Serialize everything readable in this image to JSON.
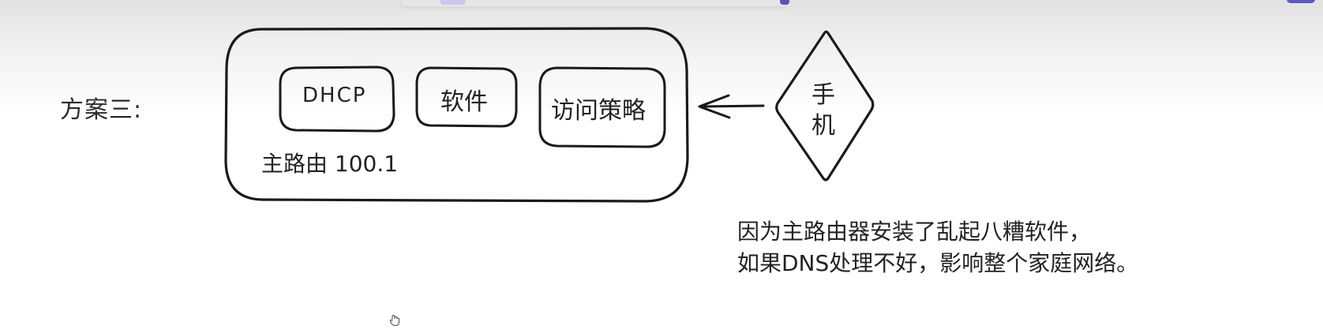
{
  "toolbar": {
    "active_tool": "hand-tool"
  },
  "diagram": {
    "scheme_label": "方案三:",
    "router_group": {
      "label": "主路由 100.1",
      "components": [
        {
          "label": "DHCP"
        },
        {
          "label": "软件"
        },
        {
          "label": "访问策略"
        }
      ]
    },
    "phone": {
      "line1": "手",
      "line2": "机"
    },
    "arrow": {
      "from": "手机",
      "to": "主路由 100.1"
    },
    "note": {
      "line1": "因为主路由器安装了乱起八糟软件，",
      "line2": "如果DNS处理不好，影响整个家庭网络。"
    }
  },
  "colors": {
    "stroke": "#1a1a1a",
    "accent": "#5b58c4",
    "selected_tool": "#c9c8ee"
  }
}
